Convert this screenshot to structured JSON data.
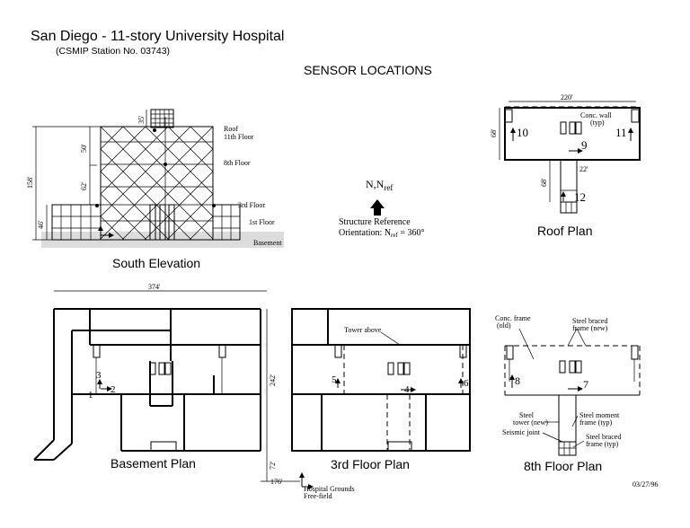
{
  "header": {
    "title": "San Diego - 11-story University Hospital",
    "station": "(CSMIP Station No. 03743)",
    "heading": "SENSOR LOCATIONS"
  },
  "elevation": {
    "caption": "South Elevation",
    "levels": {
      "roof": "Roof",
      "floor11": "11th Floor",
      "floor8": "8th Floor",
      "floor3": "3rd Floor",
      "floor1": "1st Floor",
      "basement": "Basement"
    },
    "dims": {
      "total": "158'",
      "top": "35'",
      "upper": "50'",
      "mid": "62'",
      "low": "46'"
    }
  },
  "reference": {
    "label": "N,N",
    "label_sub": "ref",
    "line1": "Structure Reference",
    "line2_prefix": "Orientation: N",
    "line2_sub": "ref",
    "line2_suffix": " = 360°"
  },
  "roof_plan": {
    "caption": "Roof Plan",
    "dims": {
      "width": "220'",
      "depth": "68'",
      "stem": "68'",
      "stem_w": "22'"
    },
    "notes": {
      "wall_a": "Conc. wall",
      "wall_b": "(typ)"
    },
    "sensors": {
      "s10": "10",
      "s11": "11",
      "s9": "9",
      "s12": "12"
    }
  },
  "basement_plan": {
    "caption": "Basement Plan",
    "dims": {
      "width": "374'",
      "depth": "242'",
      "bottom": "72'",
      "ff": "176'"
    },
    "sensors": {
      "s1": "1",
      "s2": "2",
      "s3": "3"
    }
  },
  "third_plan": {
    "caption": "3rd Floor Plan",
    "notes": {
      "tower": "Tower above"
    },
    "sensors": {
      "s4": "4",
      "s5": "5",
      "s6": "6"
    }
  },
  "eighth_plan": {
    "caption": "8th Floor Plan",
    "notes": {
      "conc_a": "Conc. frame",
      "conc_b": "(old)",
      "braced_a": "Steel braced",
      "braced_b": "frame (new)",
      "tower_a": "Steel",
      "tower_b": "tower (new)",
      "moment_a": "Steel moment",
      "moment_b": "frame (typ)",
      "joint": "Seismic joint",
      "braced2_a": "Steel braced",
      "braced2_b": "frame (typ)"
    },
    "sensors": {
      "s7": "7",
      "s8": "8"
    }
  },
  "free_field": {
    "line1": "Hospital Grounds",
    "line2": "Free-field"
  },
  "date": "03/27/96"
}
